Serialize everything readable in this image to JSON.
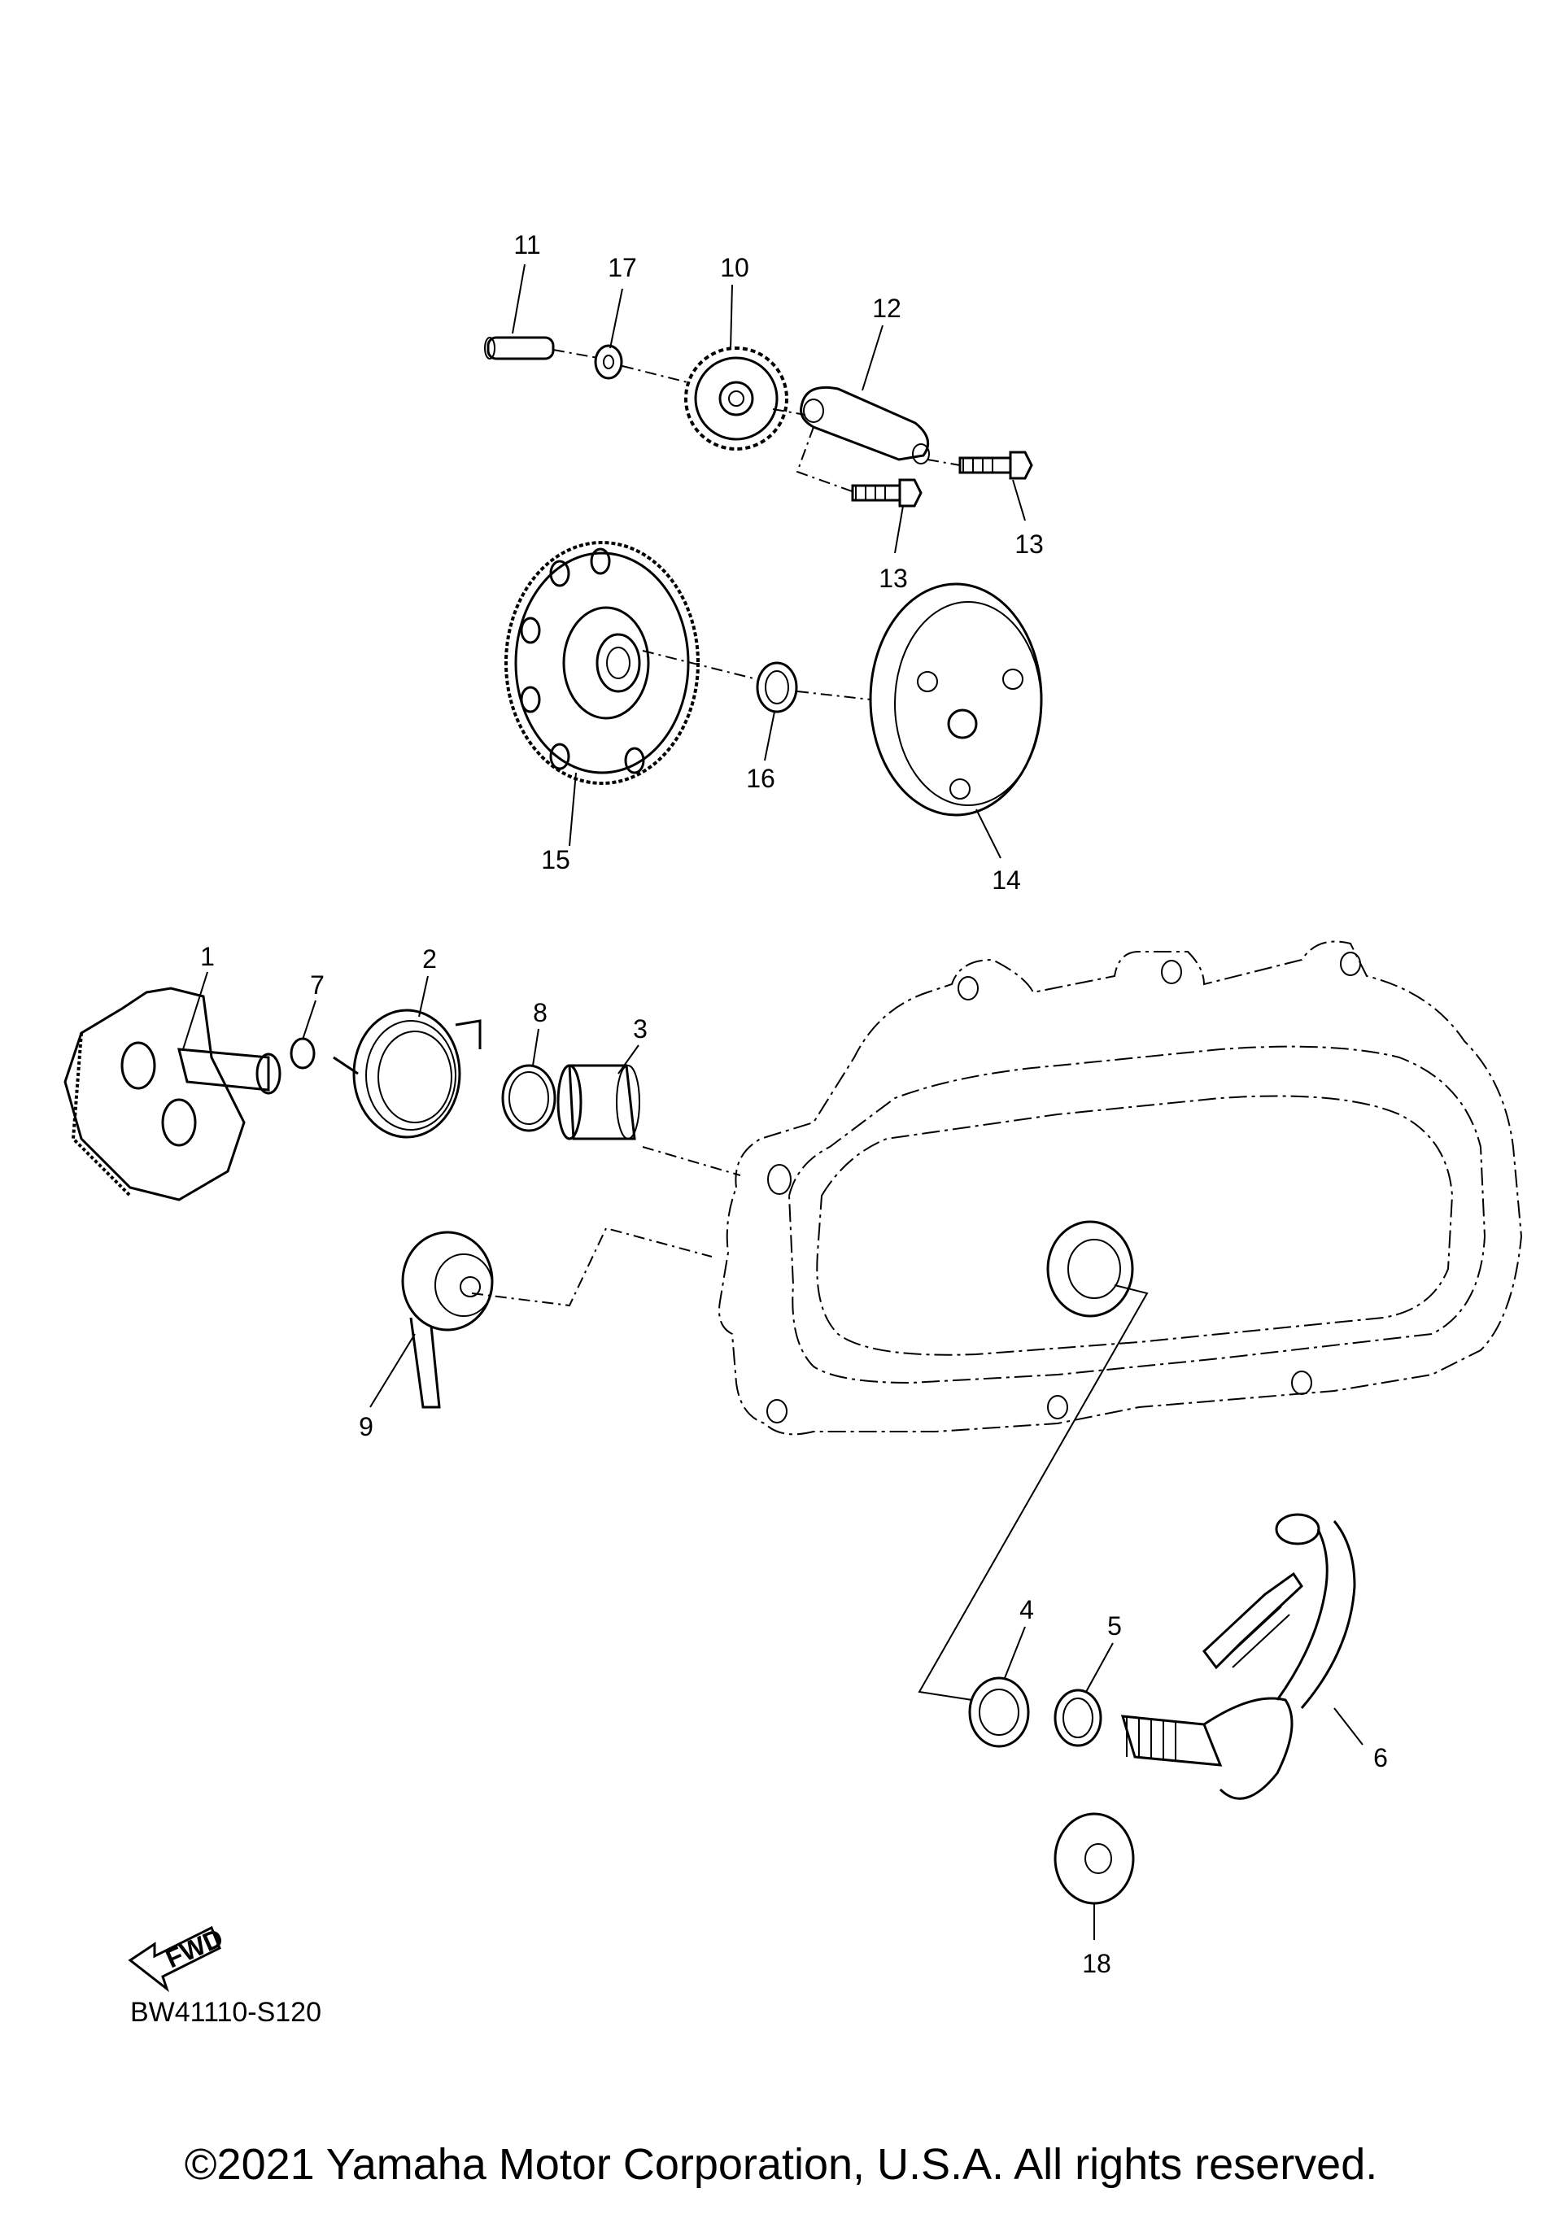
{
  "diagram": {
    "code": "BW41110-S120",
    "fwd_label": "FWD",
    "callouts": {
      "p1": "1",
      "p2": "2",
      "p3": "3",
      "p4": "4",
      "p5": "5",
      "p6": "6",
      "p7": "7",
      "p8": "8",
      "p9": "9",
      "p10": "10",
      "p11": "11",
      "p12": "12",
      "p13a": "13",
      "p13b": "13",
      "p14": "14",
      "p15": "15",
      "p16": "16",
      "p17": "17",
      "p18": "18"
    }
  },
  "footer": {
    "copyright": "©2021 Yamaha Motor Corporation, U.S.A. All rights reserved."
  }
}
